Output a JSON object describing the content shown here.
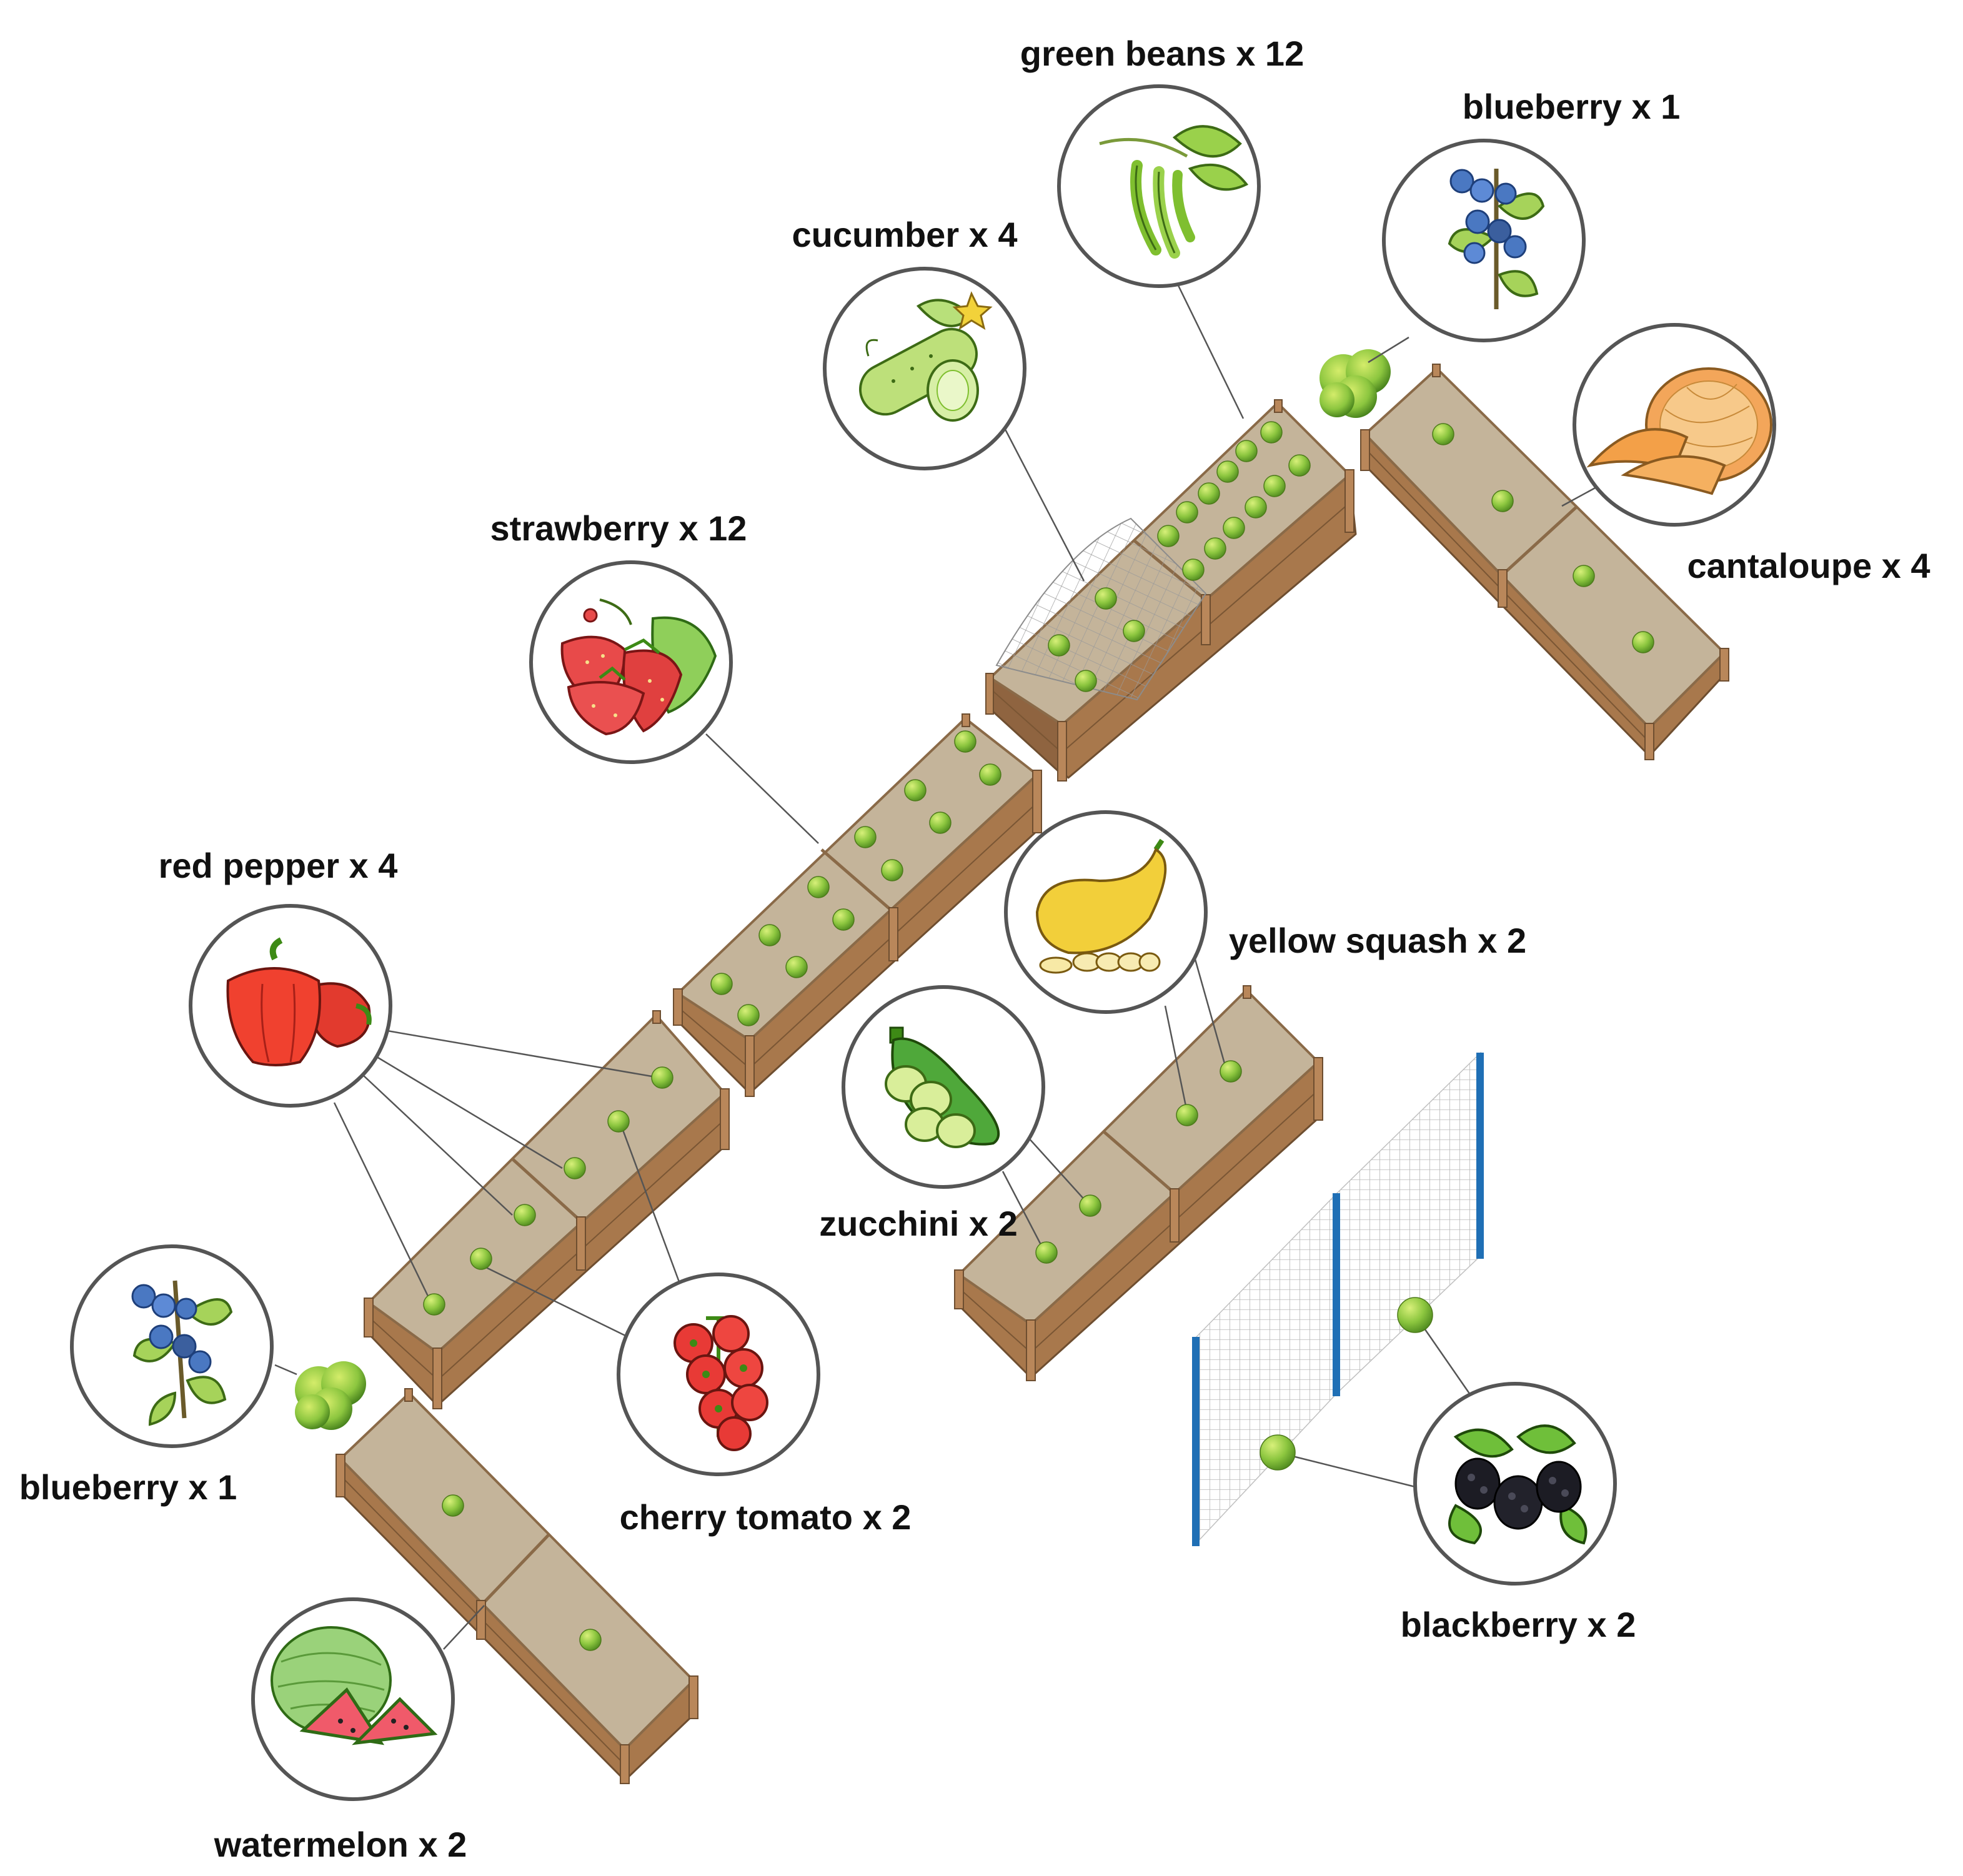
{
  "colors": {
    "background": "#ffffff",
    "bed_soil": "#c4b49a",
    "bed_wood": "#a8784c",
    "plant_marker": "#8cc63f",
    "trellis_post": "#1f6fb5",
    "badge_border": "#555555"
  },
  "plants": [
    {
      "id": "green-beans",
      "label": "green beans x 12",
      "icon": "green-beans-icon"
    },
    {
      "id": "blueberry-top",
      "label": "blueberry x 1",
      "icon": "blueberry-icon"
    },
    {
      "id": "cucumber",
      "label": "cucumber x 4",
      "icon": "cucumber-icon"
    },
    {
      "id": "cantaloupe",
      "label": "cantaloupe x 4",
      "icon": "cantaloupe-icon"
    },
    {
      "id": "strawberry",
      "label": "strawberry x 12",
      "icon": "strawberry-icon"
    },
    {
      "id": "red-pepper",
      "label": "red pepper x 4",
      "icon": "red-pepper-icon"
    },
    {
      "id": "yellow-squash",
      "label": "yellow squash x 2",
      "icon": "yellow-squash-icon"
    },
    {
      "id": "zucchini",
      "label": "zucchini x 2",
      "icon": "zucchini-icon"
    },
    {
      "id": "blueberry-left",
      "label": "blueberry x 1",
      "icon": "blueberry-icon"
    },
    {
      "id": "cherry-tomato",
      "label": "cherry tomato x 2",
      "icon": "cherry-tomato-icon"
    },
    {
      "id": "blackberry",
      "label": "blackberry x 2",
      "icon": "blackberry-icon"
    },
    {
      "id": "watermelon",
      "label": "watermelon x 2",
      "icon": "watermelon-icon"
    }
  ]
}
